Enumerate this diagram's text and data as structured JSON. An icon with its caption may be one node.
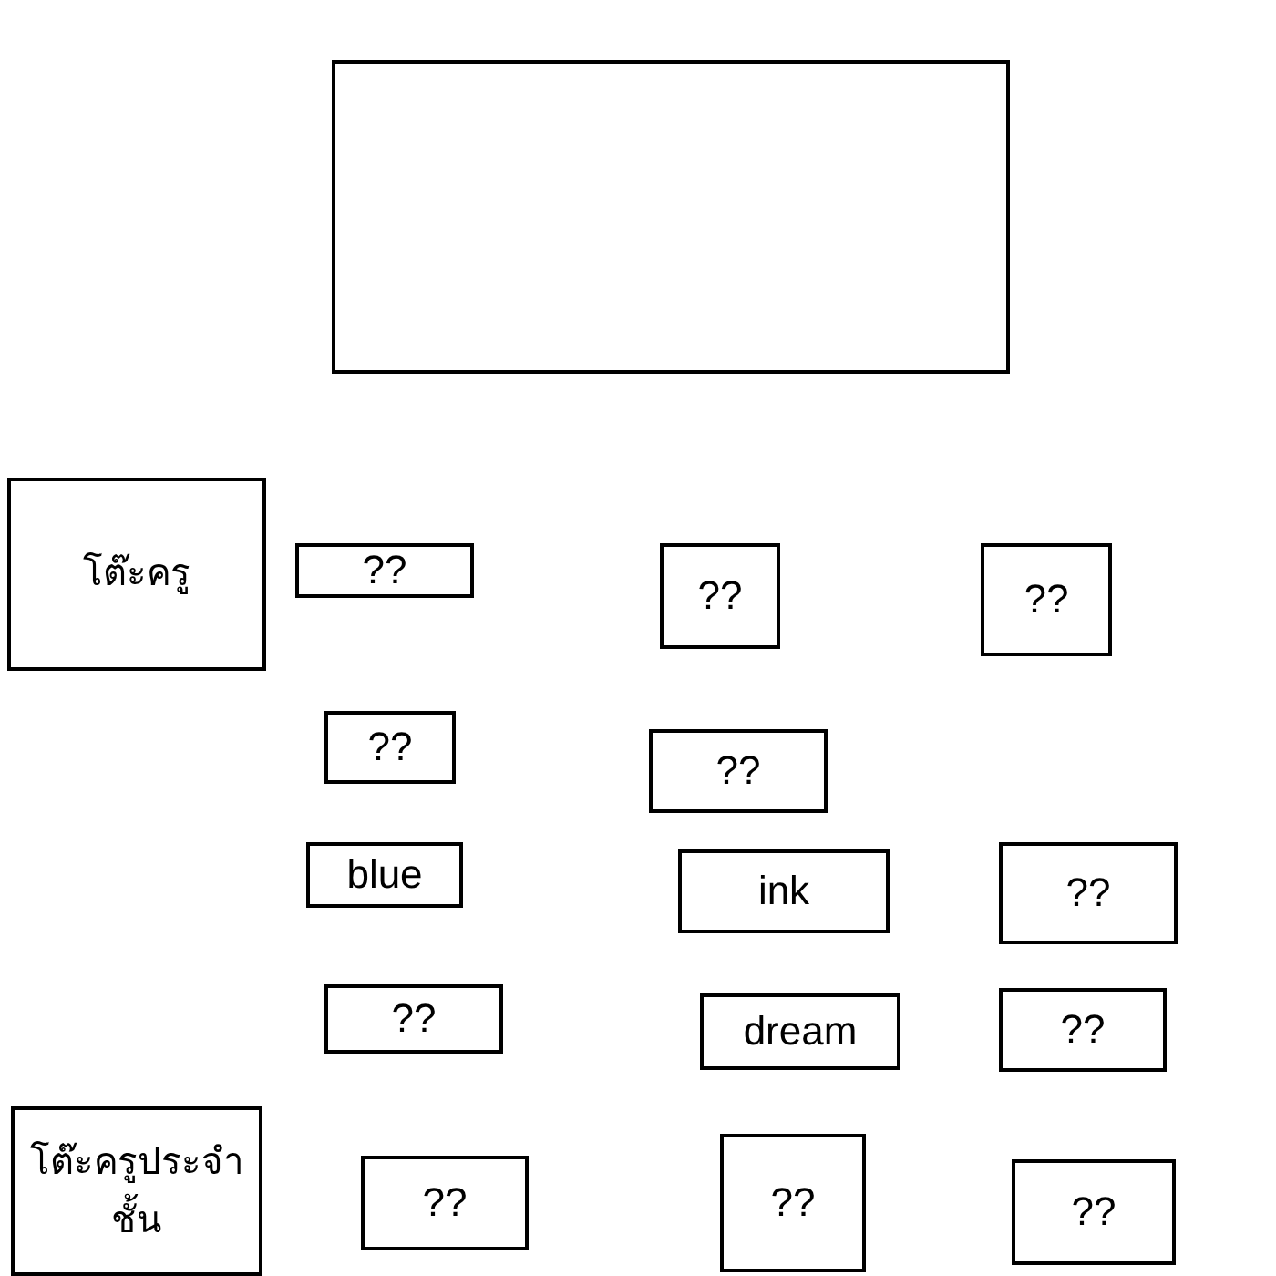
{
  "diagram": {
    "nodes": [
      {
        "text": [],
        "shape": "box"
      },
      {
        "text": [
          "โต๊ะครู"
        ]
      },
      {
        "text": [
          "??"
        ]
      },
      {
        "text": [
          "??"
        ]
      },
      {
        "text": [
          "??"
        ]
      },
      {
        "text": [
          "??"
        ]
      },
      {
        "text": [
          "??"
        ]
      },
      {
        "text": [
          "blue"
        ]
      },
      {
        "text": [
          "ink"
        ]
      },
      {
        "text": [
          "??"
        ]
      },
      {
        "text": [
          "??"
        ]
      },
      {
        "text": [
          "dream"
        ]
      },
      {
        "text": [
          "??"
        ]
      },
      {
        "text": [
          "โต๊ะครูประจำชั้น"
        ]
      },
      {
        "text": [
          "??"
        ]
      },
      {
        "text": [
          "??"
        ]
      },
      {
        "text": [
          "??"
        ]
      }
    ]
  }
}
